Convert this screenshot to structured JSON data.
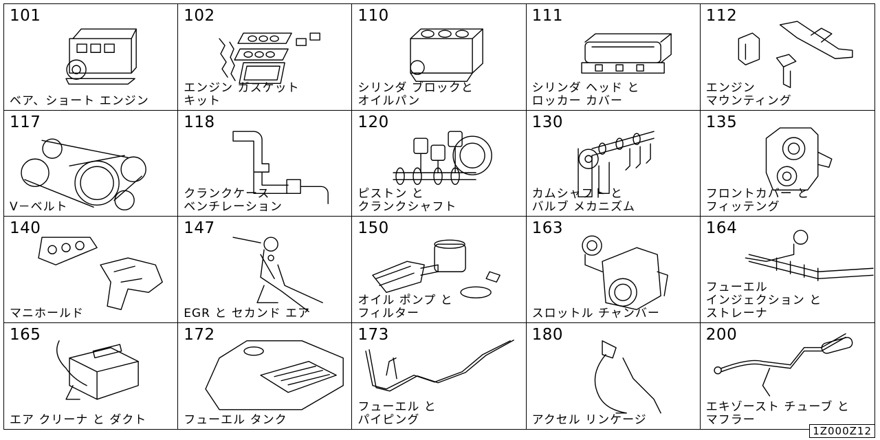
{
  "cells": [
    {
      "code": "101",
      "label": "ベア、ショート エンジン",
      "icon": "short-engine-icon"
    },
    {
      "code": "102",
      "label": "エンジン ガスケット\nキット",
      "icon": "gasket-kit-icon"
    },
    {
      "code": "110",
      "label": "シリンダ ブロックと\nオイルパン",
      "icon": "cylinder-block-icon"
    },
    {
      "code": "111",
      "label": "シリンダ ヘッド と\nロッカー カバー",
      "icon": "cylinder-head-icon"
    },
    {
      "code": "112",
      "label": "エンジン\nマウンティング",
      "icon": "engine-mount-icon"
    },
    {
      "code": "117",
      "label": "V－ベルト",
      "icon": "v-belt-icon"
    },
    {
      "code": "118",
      "label": "クランクケース\nベンチレーション",
      "icon": "crankcase-hose-icon"
    },
    {
      "code": "120",
      "label": "ピストン と\nクランクシャフト",
      "icon": "piston-crankshaft-icon"
    },
    {
      "code": "130",
      "label": "カムシャフト と\nバルブ メカニズム",
      "icon": "camshaft-valve-icon"
    },
    {
      "code": "135",
      "label": "フロントカバー と\nフィッテング",
      "icon": "front-cover-icon"
    },
    {
      "code": "140",
      "label": "マニホールド",
      "icon": "manifold-icon"
    },
    {
      "code": "147",
      "label": "EGR と セカンド エア",
      "icon": "egr-icon"
    },
    {
      "code": "150",
      "label": "オイル ポンプ と\nフィルター",
      "icon": "oil-pump-filter-icon"
    },
    {
      "code": "163",
      "label": "スロットル チャンバー",
      "icon": "throttle-chamber-icon"
    },
    {
      "code": "164",
      "label": "フューエル\nインジェクション と\nストレーナ",
      "icon": "fuel-injection-icon"
    },
    {
      "code": "165",
      "label": "エア クリーナ と ダクト",
      "icon": "air-cleaner-icon"
    },
    {
      "code": "172",
      "label": "フューエル タンク",
      "icon": "fuel-tank-icon"
    },
    {
      "code": "173",
      "label": "フューエル と\nパイピング",
      "icon": "fuel-piping-icon"
    },
    {
      "code": "180",
      "label": "アクセル リンケージ",
      "icon": "accel-linkage-icon"
    },
    {
      "code": "200",
      "label": "エキゾースト チューブ と\nマフラー",
      "icon": "exhaust-muffler-icon"
    }
  ],
  "reference_code": "1Z000Z12"
}
